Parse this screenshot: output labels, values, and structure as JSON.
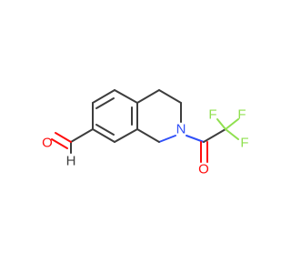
{
  "molecule": {
    "atoms": {
      "o1": {
        "symbol": "O",
        "color": "#ff0d0d"
      },
      "n": {
        "symbol": "N",
        "color": "#3050f8"
      },
      "o2": {
        "symbol": "O",
        "color": "#ff0d0d"
      },
      "f1": {
        "symbol": "F",
        "color": "#90e050"
      },
      "f2": {
        "symbol": "F",
        "color": "#90e050"
      },
      "f3": {
        "symbol": "F",
        "color": "#90e050"
      },
      "h": {
        "symbol": "H",
        "color": "#3d3d3d"
      }
    },
    "colors": {
      "bond": "#3d3d3d",
      "oxygen": "#ff0d0d",
      "nitrogen": "#3050f8",
      "fluorine": "#90e050"
    }
  }
}
